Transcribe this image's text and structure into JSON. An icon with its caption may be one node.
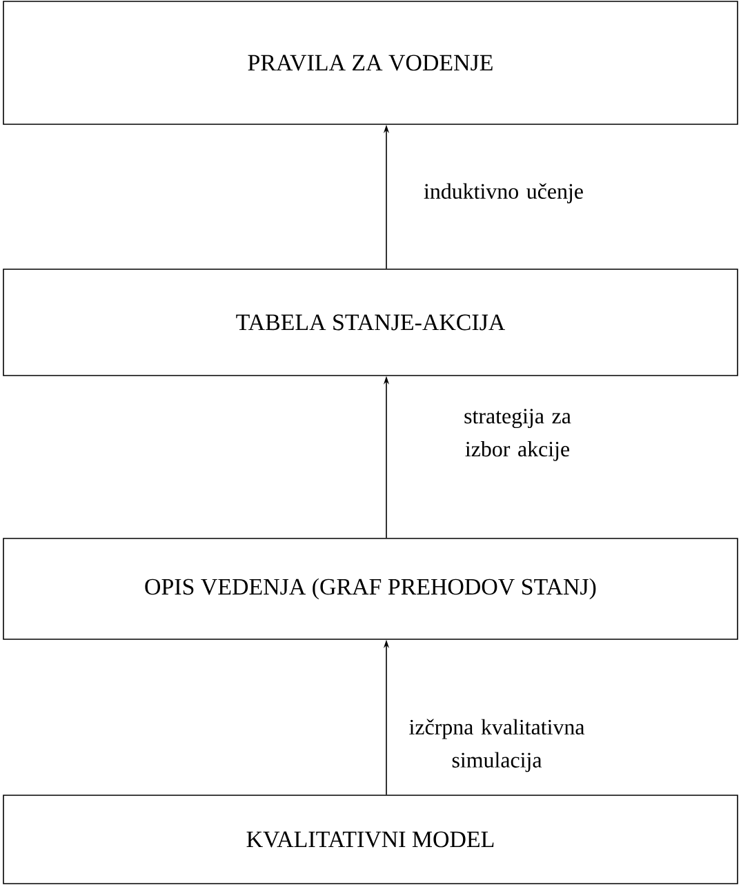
{
  "diagram": {
    "nodes": [
      {
        "text": [
          "PRAVILA ZA VODENJE"
        ]
      },
      {
        "text": [
          "TABELA STANJE-AKCIJA"
        ]
      },
      {
        "text": [
          "OPIS VEDENJA (GRAF PREHODOV STANJ)"
        ]
      },
      {
        "text": [
          "KVALITATIVNI MODEL"
        ]
      }
    ],
    "edges": [
      {
        "from": 1,
        "to": 0,
        "arrow": "to",
        "label": "induktivno učenje"
      },
      {
        "from": 2,
        "to": 1,
        "arrow": "to",
        "label": "strategija za izbor akcije"
      },
      {
        "from": 3,
        "to": 2,
        "arrow": "to",
        "label": "izčrpna kvalitativna simulacija"
      }
    ]
  }
}
